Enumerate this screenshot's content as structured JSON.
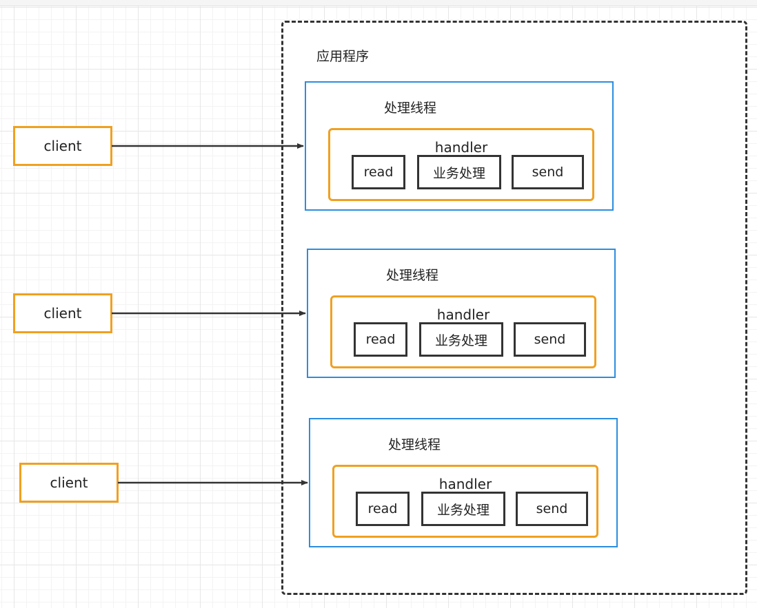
{
  "app": {
    "title": "应用程序"
  },
  "clients": [
    {
      "label": "client"
    },
    {
      "label": "client"
    },
    {
      "label": "client"
    }
  ],
  "threads": [
    {
      "title": "处理线程",
      "handler": {
        "title": "handler",
        "steps": [
          "read",
          "业务处理",
          "send"
        ]
      }
    },
    {
      "title": "处理线程",
      "handler": {
        "title": "handler",
        "steps": [
          "read",
          "业务处理",
          "send"
        ]
      }
    },
    {
      "title": "处理线程",
      "handler": {
        "title": "handler",
        "steps": [
          "read",
          "业务处理",
          "send"
        ]
      }
    }
  ],
  "colors": {
    "client_border": "#f0a020",
    "thread_border": "#2a8de0",
    "handler_border": "#f0a020",
    "line": "#333333"
  }
}
